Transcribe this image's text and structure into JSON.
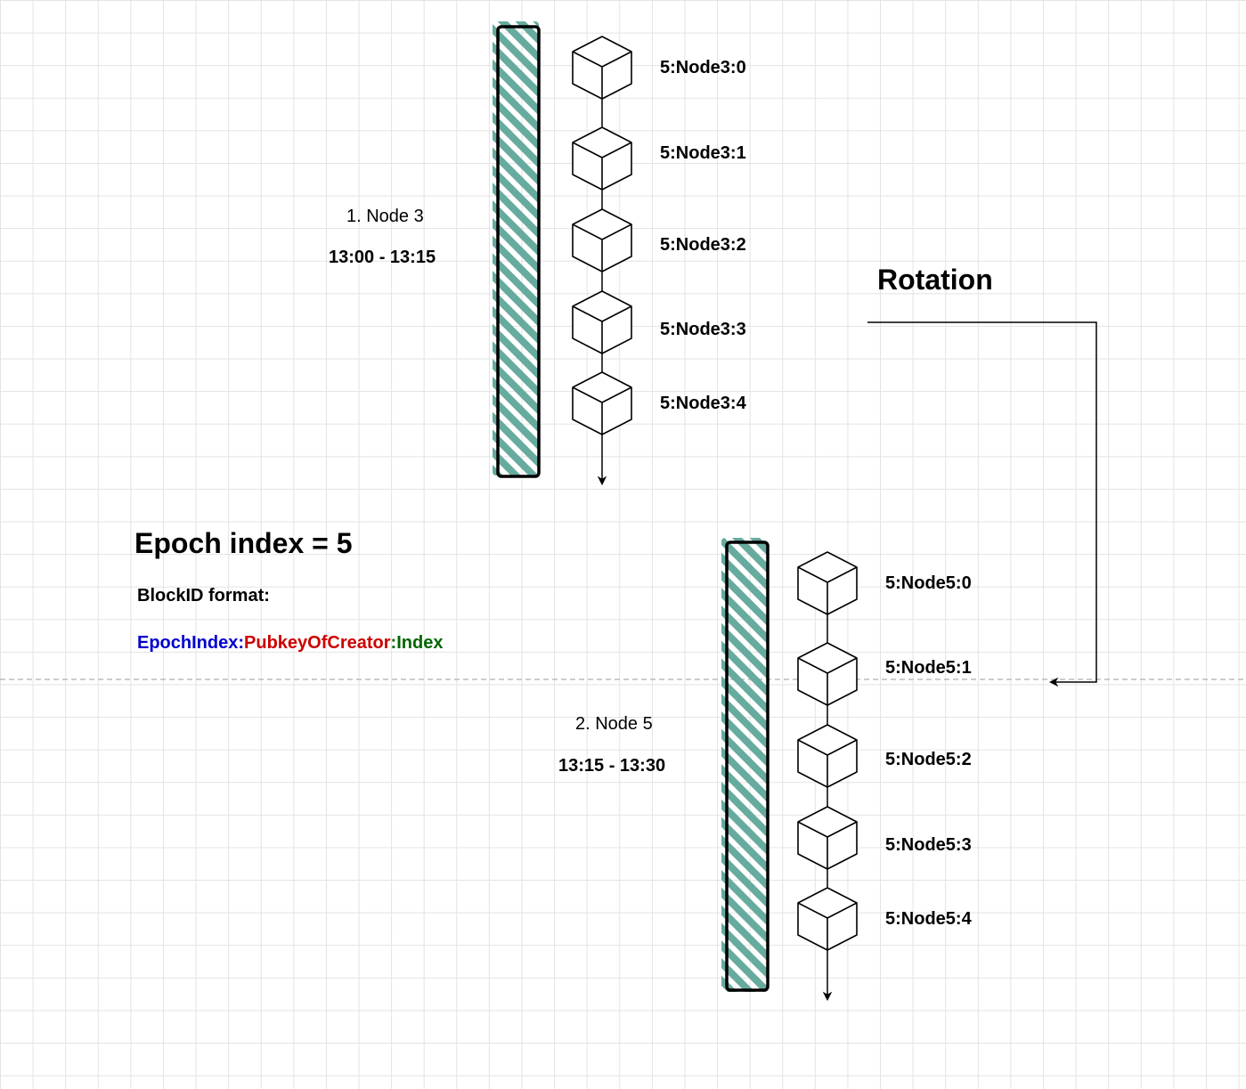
{
  "epoch": {
    "heading": "Epoch index = 5",
    "blockid_format_title": "BlockID format:",
    "format_parts": [
      {
        "text": "EpochIndex",
        "color": "#0000cc"
      },
      {
        "text": ":",
        "color": "#0000cc"
      },
      {
        "text": "PubkeyOfCreator",
        "color": "#cc0000"
      },
      {
        "text": ":",
        "color": "#006600"
      },
      {
        "text": "Index",
        "color": "#006600"
      }
    ]
  },
  "rotation": {
    "label": "Rotation"
  },
  "groups": [
    {
      "title": "1. Node 3",
      "time": "13:00 - 13:15",
      "blocks": [
        "5:Node3:0",
        "5:Node3:1",
        "5:Node3:2",
        "5:Node3:3",
        "5:Node3:4"
      ]
    },
    {
      "title": "2. Node 5",
      "time": "13:15 - 13:30",
      "blocks": [
        "5:Node5:0",
        "5:Node5:1",
        "5:Node5:2",
        "5:Node5:3",
        "5:Node5:4"
      ]
    }
  ],
  "colors": {
    "hatch": "#67ab9f",
    "stroke": "#000000",
    "dashed_line": "#bbbbbb"
  }
}
